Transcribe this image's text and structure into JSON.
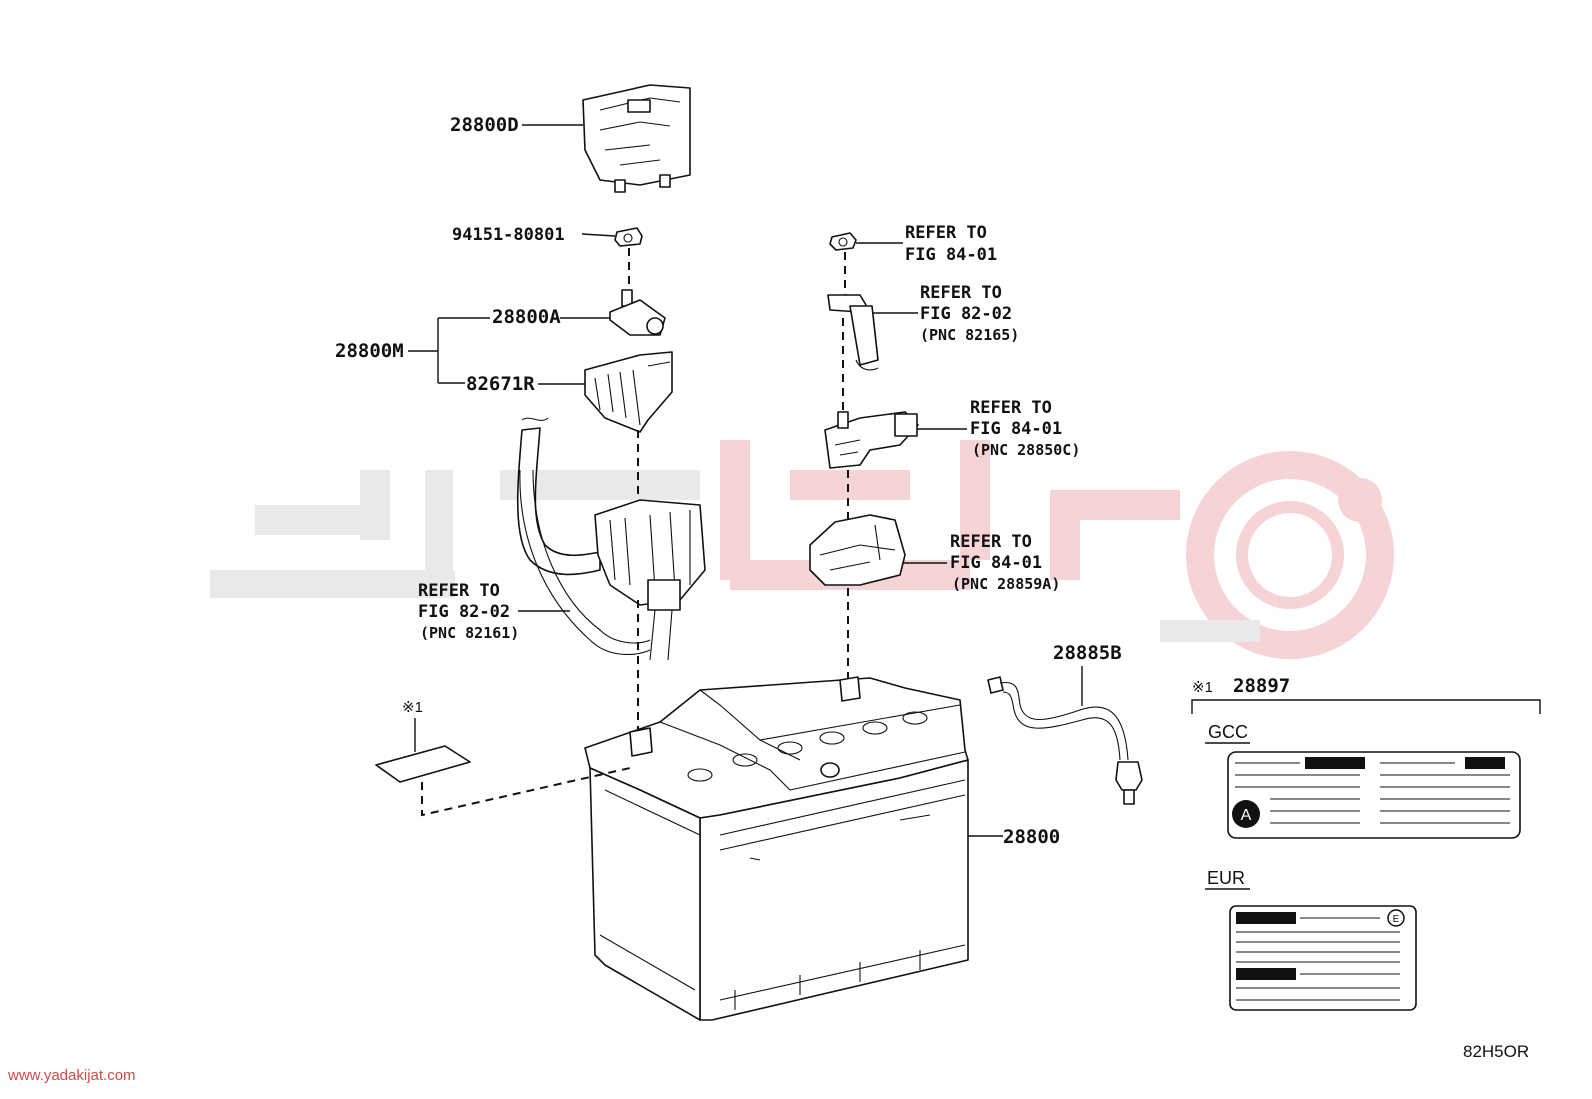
{
  "diagram": {
    "code": "82H5OR",
    "footer_url": "www.yadakijat.com",
    "labels": {
      "p28800D": "28800D",
      "p94151": "94151-80801",
      "p28800A": "28800A",
      "p28800M": "28800M",
      "p82671R": "82671R",
      "p28885B": "28885B",
      "p28800": "28800",
      "p28897": "28897",
      "note_mark": "※1"
    },
    "refs": [
      {
        "line1": "REFER TO",
        "line2": "FIG 84-01",
        "pnc": ""
      },
      {
        "line1": "REFER TO",
        "line2": "FIG 82-02",
        "pnc": "(PNC 82165)"
      },
      {
        "line1": "REFER TO",
        "line2": "FIG 84-01",
        "pnc": "(PNC 28850C)"
      },
      {
        "line1": "REFER TO",
        "line2": "FIG 84-01",
        "pnc": "(PNC 28859A)"
      },
      {
        "line1": "REFER TO",
        "line2": "FIG 82-02",
        "pnc": "(PNC 82161)"
      }
    ],
    "regions": {
      "gcc": "GCC",
      "eur": "EUR"
    },
    "label_badges": {
      "gcc": "A",
      "eur": "E"
    }
  },
  "colors": {
    "line": "#111111",
    "watermark_gray": "#e9e9e9",
    "watermark_pink": "#f6d3d5"
  }
}
